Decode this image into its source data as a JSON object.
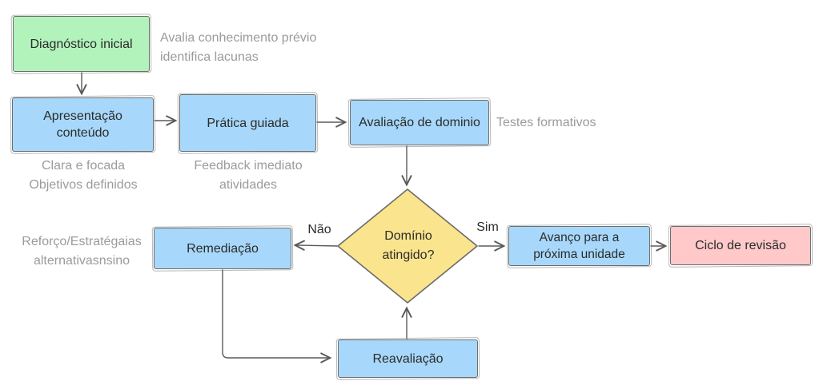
{
  "colors": {
    "green": "#b2f2bb",
    "blue": "#a7d8fb",
    "yellow": "#fae48d",
    "pink": "#ffc9c9",
    "stroke": "#6d6d6d",
    "arrow": "#5a5a5a",
    "text": "#2b2b2b",
    "note": "#9b9b9b"
  },
  "nodes": {
    "diagnostico": {
      "label": "Diagnóstico inicial"
    },
    "apresentacao": {
      "label": "Apresentação\nconteúdo"
    },
    "pratica": {
      "label": "Prática guiada"
    },
    "avaliacao": {
      "label": "Avaliação de dominio"
    },
    "decisao": {
      "label": "Domínio\natingido?"
    },
    "remediacao": {
      "label": "Remediação"
    },
    "avanco": {
      "label": "Avanço para a\npróxima unidade"
    },
    "ciclo": {
      "label": "Ciclo de revisão"
    },
    "reavaliacao": {
      "label": "Reavaliação"
    }
  },
  "notes": {
    "diagnostico": "Avalia conhecimento prévio\nidentifica lacunas",
    "apresentacao": "Clara e focada\nObjetivos definidos",
    "pratica": "Feedback imediato\natividades",
    "avaliacao": "Testes formativos",
    "remediacao": "Reforço/Estratégaias\nalternativasnsino"
  },
  "edge_labels": {
    "nao": "Não",
    "sim": "Sim"
  }
}
